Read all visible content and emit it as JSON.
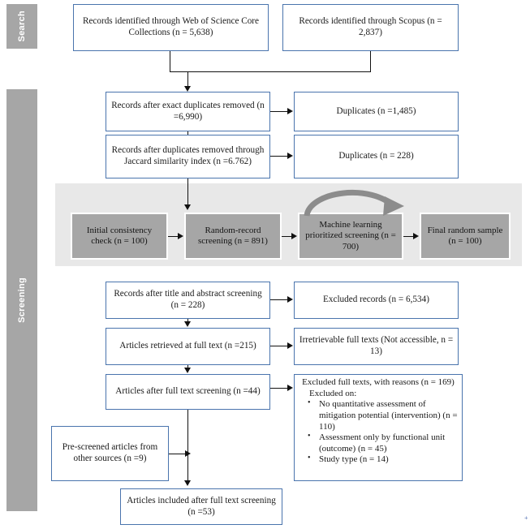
{
  "figure": {
    "title": "PRISMA study selection flow diagram",
    "colors": {
      "box_border_blue": "#4a74ad",
      "phase_band_gray": "#a6a6a6",
      "ml_band_gray": "#e8e8e8",
      "gray_box_fill": "#a6a6a6",
      "connector_black": "#111111"
    }
  },
  "phases": [
    {
      "id": "search",
      "label": "Search"
    },
    {
      "id": "screening",
      "label": "Screening"
    }
  ],
  "identification": {
    "source_wos": "Records identified through Web of Science Core Collections (n = 5,638)",
    "source_scopus": "Records identified through Scopus (n = 2,837)"
  },
  "deduplication": {
    "exact_removed": "Records after exact duplicates removed (n =6,990)",
    "exact_duplicates": "Duplicates (n =1,485)",
    "jaccard_removed": "Records after duplicates removed through Jaccard similarity index (n =6.762)",
    "jaccard_duplicates": "Duplicates (n = 228)"
  },
  "ml_band": {
    "steps": [
      {
        "id": "initial-consistency-check",
        "label": "Initial consistency check (n = 100)"
      },
      {
        "id": "random-record-screening",
        "label": "Random-record screening (n = 891)"
      },
      {
        "id": "machine-learning-prioritized-screening",
        "label": "Machine learning prioritized screening (n = 700)"
      },
      {
        "id": "final-random-sample",
        "label": "Final random sample (n = 100)"
      }
    ]
  },
  "screening": {
    "title_abstract": "Records after title and abstract screening (n = 228)",
    "excluded_records": "Excluded records (n = 6,534)",
    "retrieved_full_text": "Articles retrieved at full text (n =215)",
    "irretrievable": "Irretrievable full texts (Not accessible,  n = 13)",
    "after_full_text": "Articles after full text screening (n =44)",
    "prescreened_other": "Pre-screened articles from other sources (n =9)"
  },
  "excluded_reasons": {
    "heading": "Excluded full texts, with reasons (n = 169)",
    "subheading": "Excluded on:",
    "items": [
      "No quantitative assessment of mitigation potential (intervention) (n = 110)",
      "Assessment only by functional unit (outcome)   (n = 45)",
      "Study type (n = 14)"
    ]
  },
  "included": {
    "final": "Articles included after full text screening (n =53)"
  }
}
